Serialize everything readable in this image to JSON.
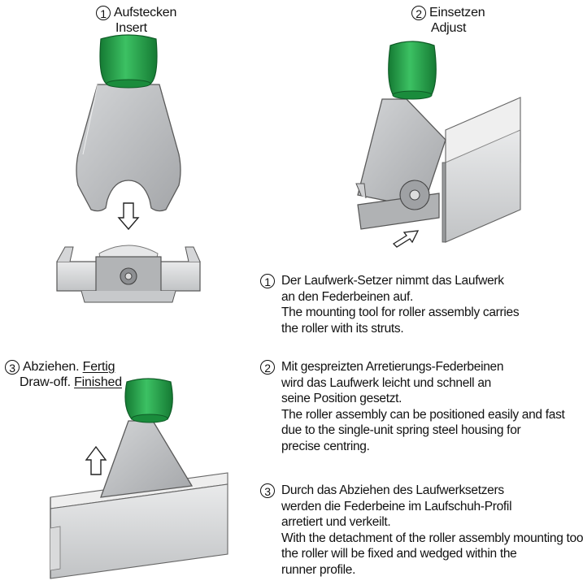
{
  "step1": {
    "num": "1",
    "title_de": "Aufstecken",
    "title_en": "Insert"
  },
  "step2": {
    "num": "2",
    "title_de": "Einsetzen",
    "title_en": "Adjust"
  },
  "step3": {
    "num": "3",
    "title_de_a": "Abziehen.",
    "title_de_b": "Fertig",
    "title_en_a": "Draw-off.",
    "title_en_b": "Finished"
  },
  "descriptions": [
    {
      "num": "1",
      "lines": [
        "Der Laufwerk-Setzer nimmt das Laufwerk",
        "an den Federbeinen auf.",
        "The mounting tool for roller assembly carries",
        "the roller with its struts."
      ]
    },
    {
      "num": "2",
      "lines": [
        "Mit gespreizten Arretierungs-Federbeinen",
        "wird das Laufwerk leicht und schnell an",
        "seine Position gesetzt.",
        "The roller assembly can be positioned easily and fast",
        "due to the single-unit spring steel housing for",
        "precise centring."
      ]
    },
    {
      "num": "3",
      "lines": [
        "Durch das Abziehen des Laufwerksetzers",
        "werden die Federbeine im Laufschuh-Profil",
        "arretiert und verkeilt.",
        "With the detachment of the roller assembly mounting tool,",
        "the roller will be fixed and wedged within the",
        "runner profile."
      ]
    }
  ],
  "colors": {
    "handle": "#22a14a",
    "handle_dark": "#157a33",
    "metal": "#b9bbbd",
    "metal_dark": "#8e9093",
    "line": "#4a4a4a"
  }
}
